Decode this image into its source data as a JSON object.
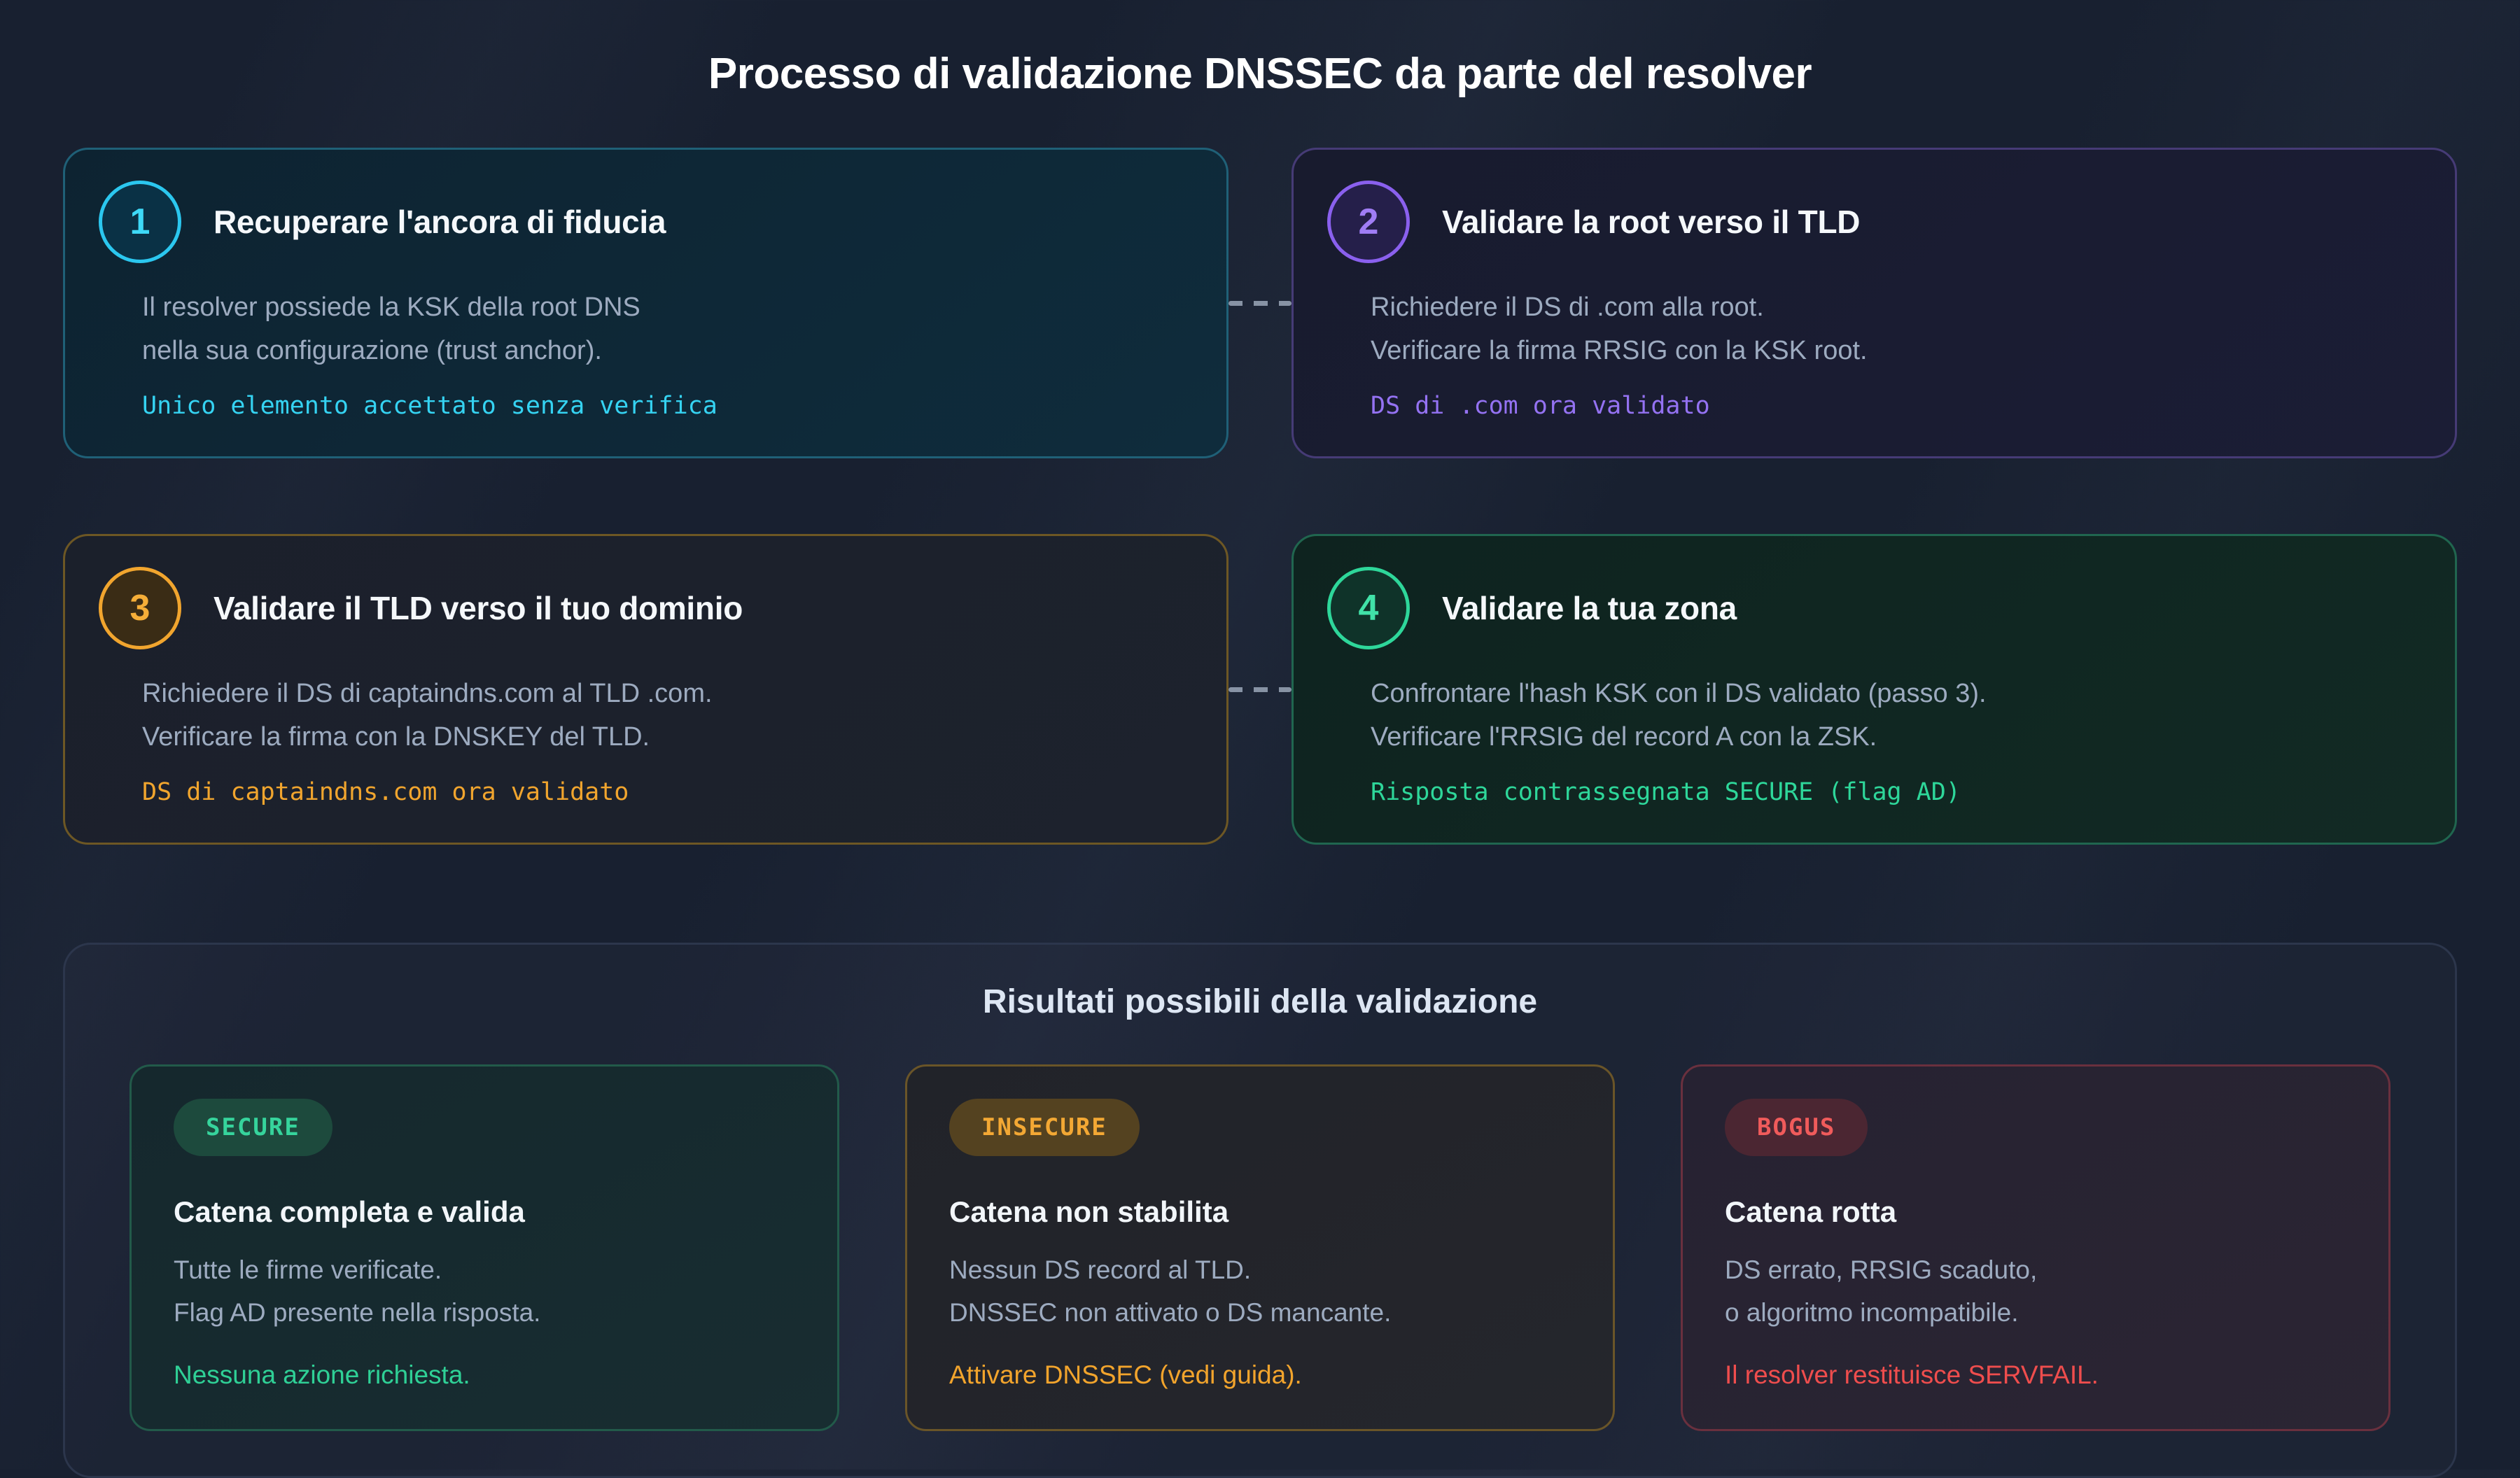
{
  "page": {
    "title": "Processo di validazione DNSSEC da parte del resolver"
  },
  "colors": {
    "background": "#182030",
    "step_cyan_accent": "#35d3f2",
    "step_purple_accent": "#9472f2",
    "step_amber_accent": "#f1a52e",
    "step_green_accent": "#2ed79a",
    "secure_accent": "#2fd096",
    "insecure_accent": "#f2a42c",
    "bogus_accent": "#ef4d4d",
    "body_text": "#9dabc0",
    "heading_text": "#ffffff"
  },
  "steps": [
    {
      "number": "1",
      "title": "Recuperare l'ancora di fiducia",
      "lines": [
        "Il resolver possiede la KSK della root DNS",
        "nella sua configurazione (trust anchor)."
      ],
      "note": "Unico elemento accettato senza verifica",
      "accent": "#35d3f2"
    },
    {
      "number": "2",
      "title": "Validare la root verso il TLD",
      "lines": [
        "Richiedere il DS di .com alla root.",
        "Verificare la firma RRSIG con la KSK root."
      ],
      "note": "DS di .com ora validato",
      "accent": "#9472f2"
    },
    {
      "number": "3",
      "title": "Validare il TLD verso il tuo dominio",
      "lines": [
        "Richiedere il DS di captaindns.com al TLD .com.",
        "Verificare la firma con la DNSKEY del TLD."
      ],
      "note": "DS di captaindns.com ora validato",
      "accent": "#f1a52e"
    },
    {
      "number": "4",
      "title": "Validare la tua zona",
      "lines": [
        "Confrontare l'hash KSK con il DS validato (passo 3).",
        "Verificare l'RRSIG del record A con la ZSK."
      ],
      "note": "Risposta contrassegnata SECURE (flag AD)",
      "accent": "#2ed79a"
    }
  ],
  "results": {
    "title": "Risultati possibili della validazione",
    "cards": [
      {
        "badge": "SECURE",
        "title": "Catena completa e valida",
        "lines": [
          "Tutte le firme verificate.",
          "Flag AD presente nella risposta."
        ],
        "note": "Nessuna azione richiesta.",
        "accent": "#2fd096"
      },
      {
        "badge": "INSECURE",
        "title": "Catena non stabilita",
        "lines": [
          "Nessun DS record al TLD.",
          "DNSSEC non attivato o DS mancante."
        ],
        "note": "Attivare DNSSEC (vedi guida).",
        "accent": "#f2a42c"
      },
      {
        "badge": "BOGUS",
        "title": "Catena rotta",
        "lines": [
          "DS errato, RRSIG scaduto,",
          "o algoritmo incompatibile."
        ],
        "note": "Il resolver restituisce SERVFAIL.",
        "accent": "#ef4d4d"
      }
    ]
  }
}
